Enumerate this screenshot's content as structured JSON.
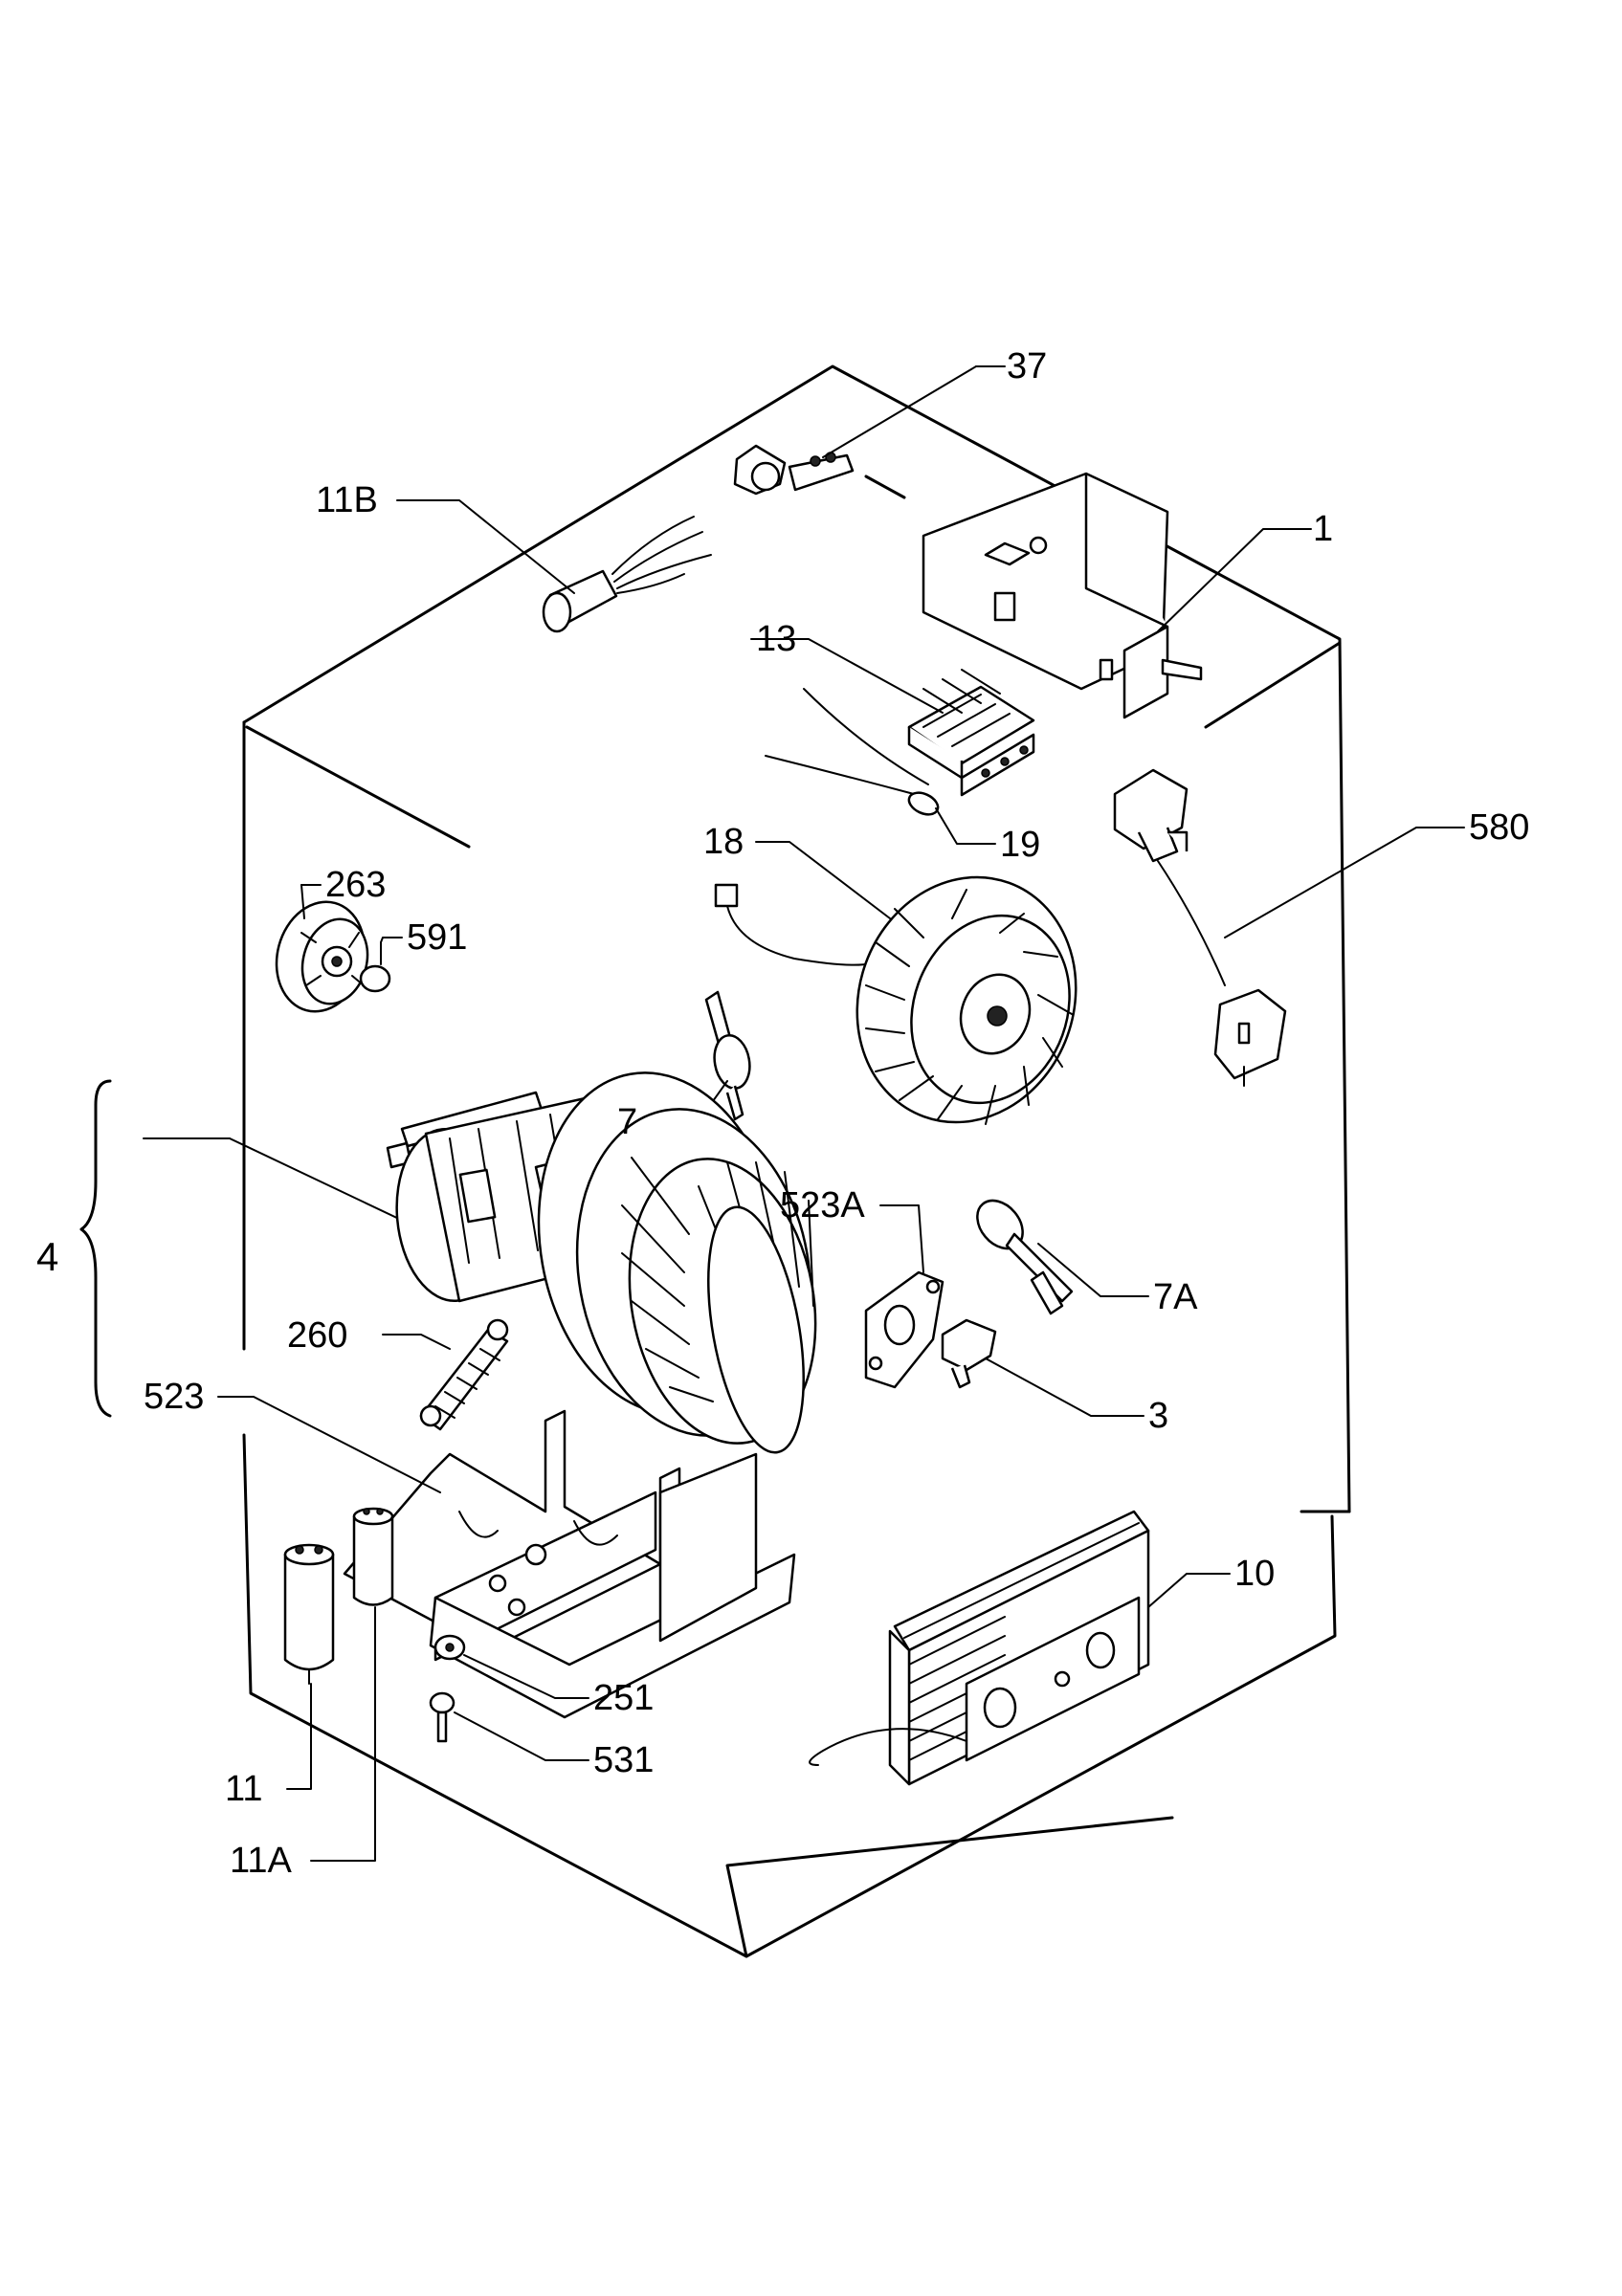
{
  "labels": {
    "p37": "37",
    "p11b": "11B",
    "p1": "1",
    "p13": "13",
    "p19": "19",
    "p18": "18",
    "p580": "580",
    "p263": "263",
    "p591": "591",
    "p7": "7",
    "p4": "4",
    "p523a": "523A",
    "p7a": "7A",
    "p260": "260",
    "p523": "523",
    "p3": "3",
    "p10": "10",
    "p251": "251",
    "p531": "531",
    "p11": "11",
    "p11a": "11A"
  }
}
